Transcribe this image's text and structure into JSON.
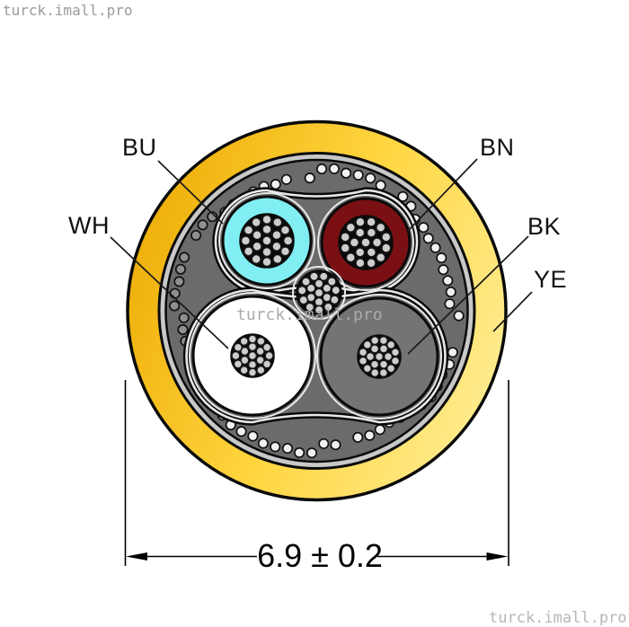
{
  "watermarks": {
    "top_left": "turck.imall.pro",
    "center": "turck.imall.pro",
    "bottom_right": "turck.imall.pro"
  },
  "conductor_labels": {
    "bu": "BU",
    "bn": "BN",
    "wh": "WH",
    "bk": "BK",
    "ye": "YE"
  },
  "dimension": {
    "label": "6.9 ± 0.2"
  },
  "colors": {
    "jacket_dark": "#EEAE08",
    "jacket_mid": "#FFD53F",
    "jacket_light": "#FFEC92",
    "tape": "#C8C8C8",
    "filler": "#6B6B6B",
    "bu": "#80EEF2",
    "bn": "#7A1014",
    "wh": "#FFFFFF",
    "bk": "#747474",
    "strand": "#CDCDCD",
    "strand_bg": "#0A0A0A",
    "braid_dot_light": "#F1F1F1",
    "braid_dot_shaded": "#8F8F8F",
    "tape_highlight": "#E9E9E9",
    "outline": "#0A0A0A",
    "line": "#1A1A1A"
  }
}
